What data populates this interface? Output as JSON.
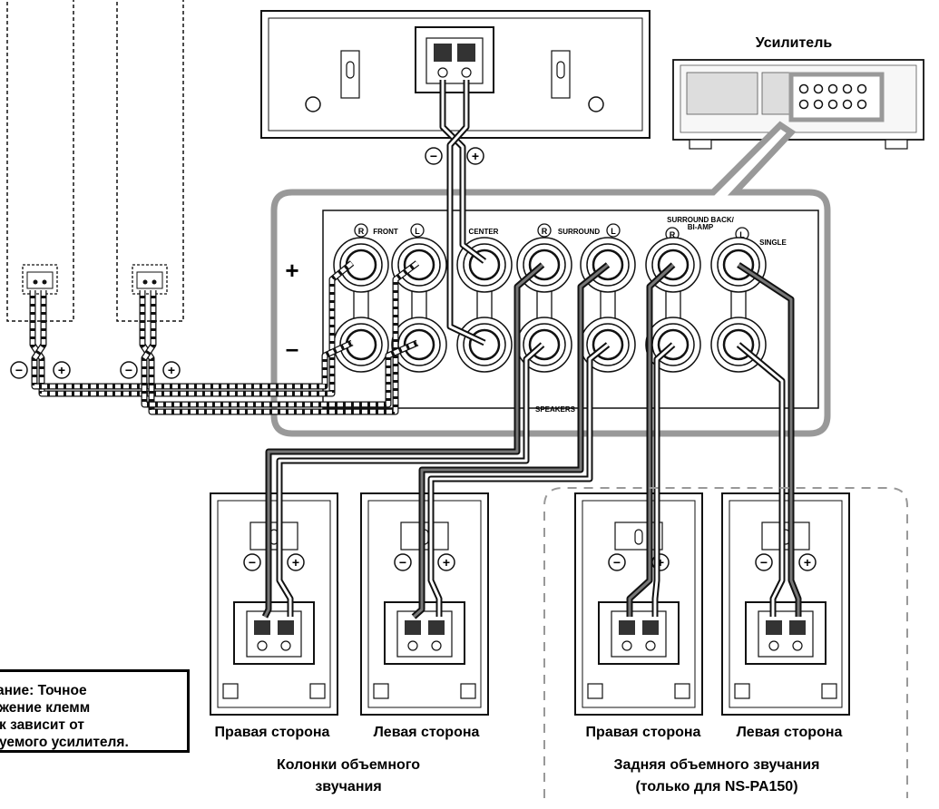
{
  "labels": {
    "amplifier": "Усилитель",
    "front": "FRONT",
    "center": "CENTER",
    "surround": "SURROUND",
    "surround_back_line1": "SURROUND BACK/",
    "surround_back_line2": "BI-AMP",
    "single": "SINGLE",
    "speakers": "SPEAKERS",
    "plus": "+",
    "minus": "–",
    "r": "R",
    "l": "L",
    "pol_minus": "−",
    "pol_plus": "+"
  },
  "speaker_labels": {
    "surround_right": "Правая сторона",
    "surround_left": "Левая сторона",
    "back_right": "Правая сторона",
    "back_left": "Левая сторона"
  },
  "groups": {
    "surround_line1": "Колонки объемного",
    "surround_line2": "звучания",
    "back_line1": "Задняя объемного звучания",
    "back_line2": "(только для NS-PA150)"
  },
  "note": {
    "line1": "ание: Точное",
    "line2": "жение клемм",
    "line3": "к зависит от",
    "line4": "уемого усилителя."
  },
  "colors": {
    "line": "#111111",
    "panel_border": "#999999",
    "cable_dark": "#555555",
    "dashed_group": "#999999"
  }
}
